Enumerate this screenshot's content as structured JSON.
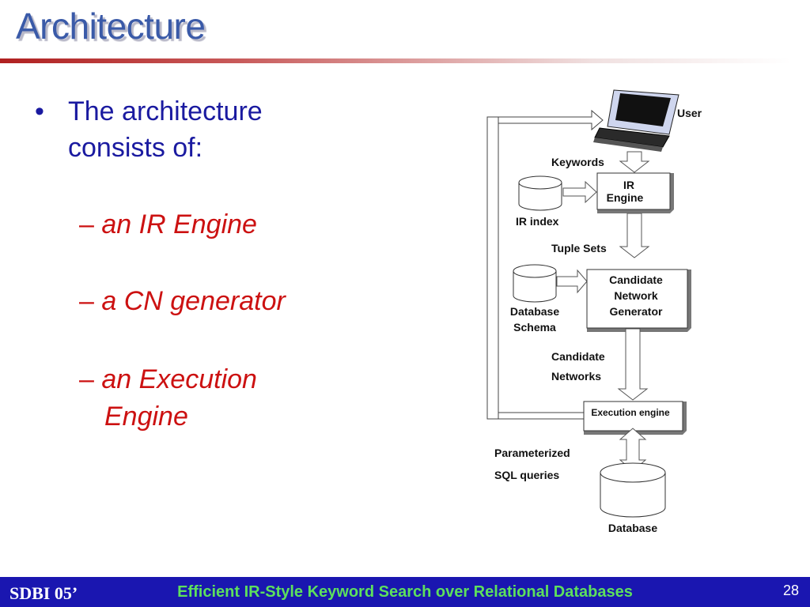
{
  "slide": {
    "title": "Architecture",
    "bullet": "The architecture consists of:",
    "bullet_line1": "The architecture",
    "bullet_line2": "consists of:",
    "bullet_marker": "•",
    "items": [
      {
        "dash": "– ",
        "text": "an IR Engine"
      },
      {
        "dash": "– ",
        "text": "a CN generator"
      },
      {
        "dash": "– ",
        "text": "an Execution",
        "text_line2": "Engine"
      }
    ]
  },
  "diagram": {
    "user": "User",
    "keywords": "Keywords",
    "ir_engine_line1": "IR",
    "ir_engine_line2": "Engine",
    "ir_index": "IR index",
    "tuple_sets": "Tuple Sets",
    "cn_gen_line1": "Candidate",
    "cn_gen_line2": "Network",
    "cn_gen_line3": "Generator",
    "db_schema_line1": "Database",
    "db_schema_line2": "Schema",
    "cand_networks_line1": "Candidate",
    "cand_networks_line2": "Networks",
    "exec_engine": "Execution engine",
    "param_line1": "Parameterized",
    "param_line2": "SQL queries",
    "database": "Database"
  },
  "footer": {
    "left": "SDBI 05’",
    "center": "Efficient IR-Style Keyword Search over Relational Databases",
    "page": "28"
  },
  "colors": {
    "title": "#3a5aa8",
    "bullet_text": "#1a1aa0",
    "sub_text": "#cc1111",
    "footer_bg": "#1a16b0",
    "footer_center": "#5de05d"
  }
}
